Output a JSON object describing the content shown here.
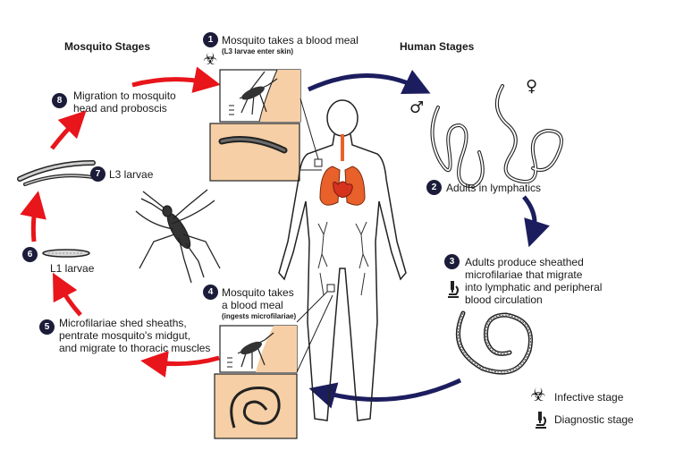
{
  "headings": {
    "mosquito": "Mosquito Stages",
    "human": "Human Stages"
  },
  "steps": [
    {
      "num": "1",
      "lines": [
        "Mosquito takes a blood meal"
      ],
      "note": "(L3 larvae enter skin)"
    },
    {
      "num": "2",
      "lines": [
        "Adults in lymphatics"
      ]
    },
    {
      "num": "3",
      "lines": [
        "Adults produce sheathed",
        "microfilariae that migrate",
        "into lymphatic and peripheral",
        "blood circulation"
      ]
    },
    {
      "num": "4",
      "lines": [
        "Mosquito takes",
        "a blood meal"
      ],
      "note": "(ingests microfilariae)"
    },
    {
      "num": "5",
      "lines": [
        "Microfilariae shed sheaths,",
        "pentrate mosquito's midgut,",
        "and migrate to thoracic muscles"
      ]
    },
    {
      "num": "6",
      "lines": [
        "L1 larvae"
      ]
    },
    {
      "num": "7",
      "lines": [
        "L3 larvae"
      ]
    },
    {
      "num": "8",
      "lines": [
        "Migration to mosquito",
        "head and proboscis"
      ]
    }
  ],
  "legend": {
    "infective": "Infective stage",
    "diagnostic": "Diagnostic stage"
  },
  "symbols": {
    "male": "♂",
    "female": "♀",
    "biohazard": "☣"
  },
  "colors": {
    "mosquito_arrow": "#e8151b",
    "human_arrow": "#1c1d5e",
    "badge": "#1c1c3a",
    "skin_panel": "#f6cfa6",
    "lungs": "#e8612a",
    "heart": "#d6331f"
  }
}
